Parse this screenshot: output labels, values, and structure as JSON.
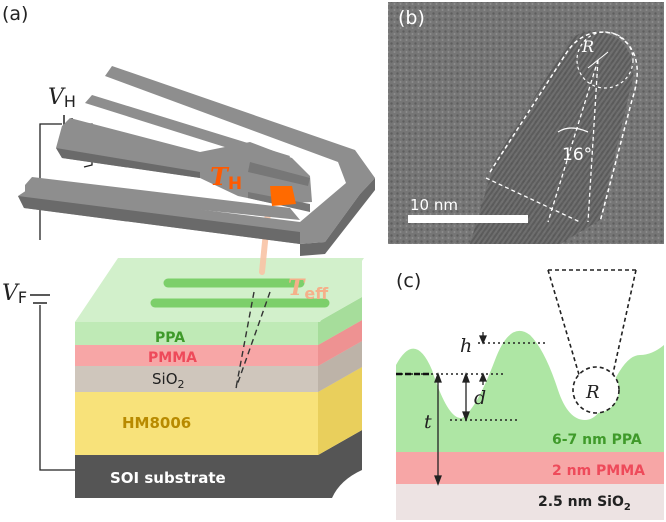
{
  "panels": {
    "a": {
      "label": "(a)",
      "heater_voltage": {
        "symbol": "V",
        "sub": "H"
      },
      "field_voltage": {
        "symbol": "V",
        "sub": "F"
      },
      "heater_temp": {
        "symbol": "T",
        "sub": "H"
      },
      "effective_temp": {
        "symbol": "T",
        "sub": "eff"
      },
      "layers": {
        "ppa": "PPA",
        "pmma": "PMMA",
        "sio2": {
          "base": "SiO",
          "sub": "2"
        },
        "hm": "HM8006",
        "soi": "SOI substrate"
      }
    },
    "b": {
      "label": "(b)",
      "radius_symbol": "R",
      "angle": "16°",
      "scale_bar": "10 nm"
    },
    "c": {
      "label": "(c)",
      "h_symbol": "h",
      "d_symbol": "d",
      "t_symbol": "t",
      "r_symbol": "R",
      "layers": {
        "ppa": "6-7 nm PPA",
        "pmma": "2 nm PMMA",
        "sio2": {
          "base": "2.5 nm SiO",
          "sub": "2"
        }
      }
    }
  },
  "colors": {
    "cantilever": "#8e8e8e",
    "cantilever_dark": "#6a6a6a",
    "heater": "#ff6a00",
    "ppa_layer": "#aee6a4",
    "pmma_layer": "#f7a6a6",
    "sio2_layer": "#cfc6bc",
    "hm_layer": "#f8e27a",
    "soi_layer": "#555555",
    "ppa_text": "#3f9a2a",
    "pmma_text": "#ee4a5a",
    "hm_text": "#b88a00",
    "teff_text": "#f5b08a"
  }
}
